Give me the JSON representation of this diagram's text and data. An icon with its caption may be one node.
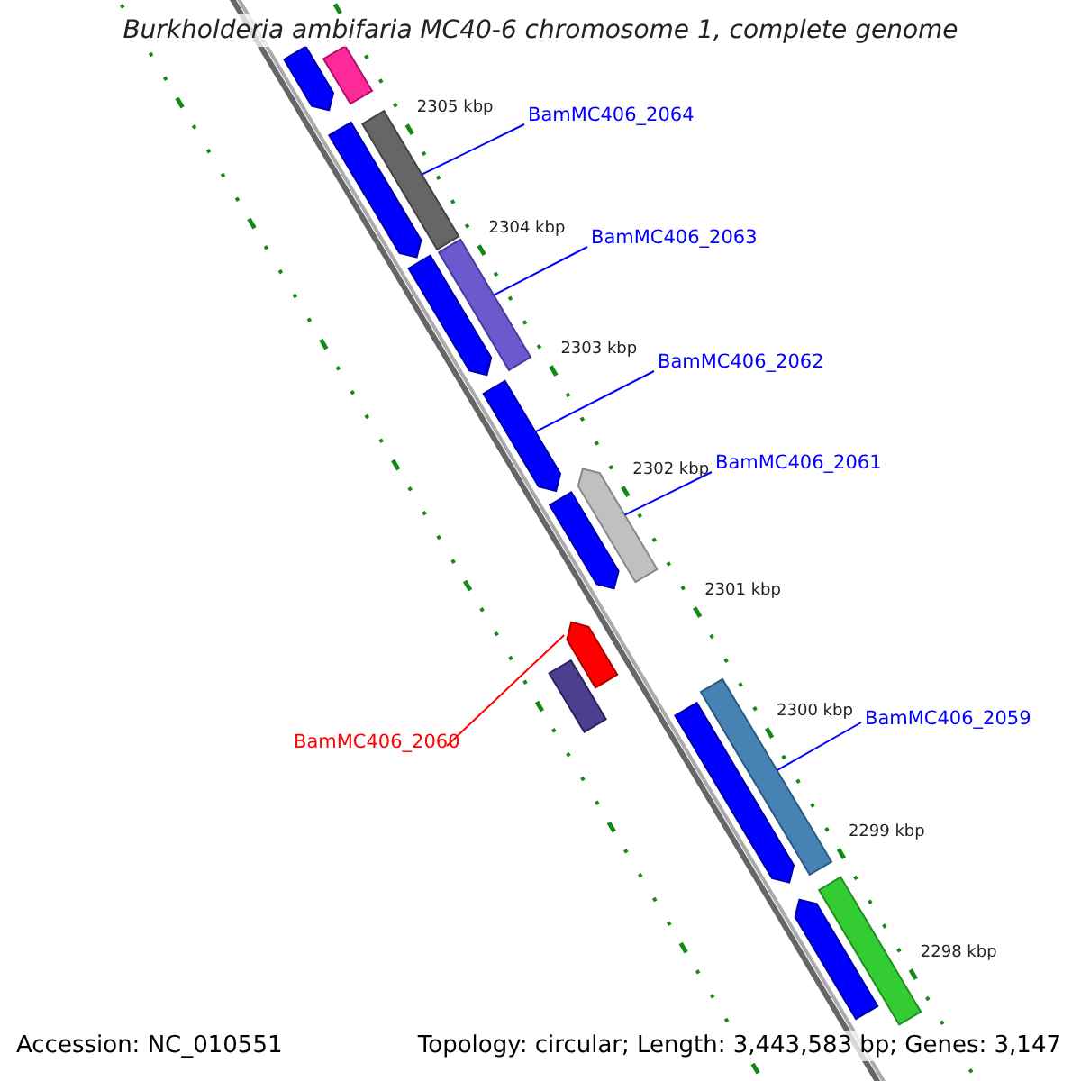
{
  "diagram": {
    "title": "Burkholderia ambifaria MC40-6 chromosome 1, complete genome",
    "nodes": [
      {
        "text": [
          "BamMC406_2064"
        ]
      },
      {
        "text": [
          "BamMC406_2063"
        ]
      },
      {
        "text": [
          "BamMC406_2062"
        ]
      },
      {
        "text": [
          "BamMC406_2061"
        ]
      },
      {
        "text": [
          "BamMC406_2059"
        ]
      },
      {
        "text": [
          "BamMC406_2060"
        ]
      },
      {
        "text": [],
        "shape": "bar"
      },
      {
        "text": [],
        "shape": "bar"
      },
      {
        "text": [],
        "shape": "arrow"
      },
      {
        "text": [],
        "shape": "arrow"
      },
      {
        "text": [],
        "shape": "arrow"
      },
      {
        "text": [],
        "shape": "bar"
      },
      {
        "text": [],
        "shape": "arrow"
      },
      {
        "text": [],
        "shape": "bar"
      },
      {
        "text": [],
        "shape": "arrow"
      },
      {
        "text": [],
        "shape": "arrow"
      },
      {
        "text": [],
        "shape": "arrow"
      },
      {
        "text": [],
        "shape": "bar"
      },
      {
        "text": [],
        "shape": "arrow"
      },
      {
        "text": [],
        "shape": "arrow"
      },
      {
        "text": [],
        "shape": "bar"
      }
    ],
    "edges": [
      {
        "from": 0,
        "to": 6,
        "arrow": "none"
      },
      {
        "from": 1,
        "to": 7,
        "arrow": "none"
      },
      {
        "from": 2,
        "to": 8,
        "arrow": "none"
      },
      {
        "from": 3,
        "to": 9,
        "arrow": "none"
      },
      {
        "from": 4,
        "to": 11,
        "arrow": "none"
      },
      {
        "from": 5,
        "to": 10,
        "arrow": "none",
        "color": "#ff0000"
      }
    ],
    "labels": [
      "2305 kbp",
      "2304 kbp",
      "2303 kbp",
      "2302 kbp",
      "2301 kbp",
      "2300 kbp",
      "2299 kbp",
      "2298 kbp",
      "Accession: NC_010551",
      "Topology: circular; Length: 3,443,583 bp; Genes: 3,147"
    ]
  }
}
